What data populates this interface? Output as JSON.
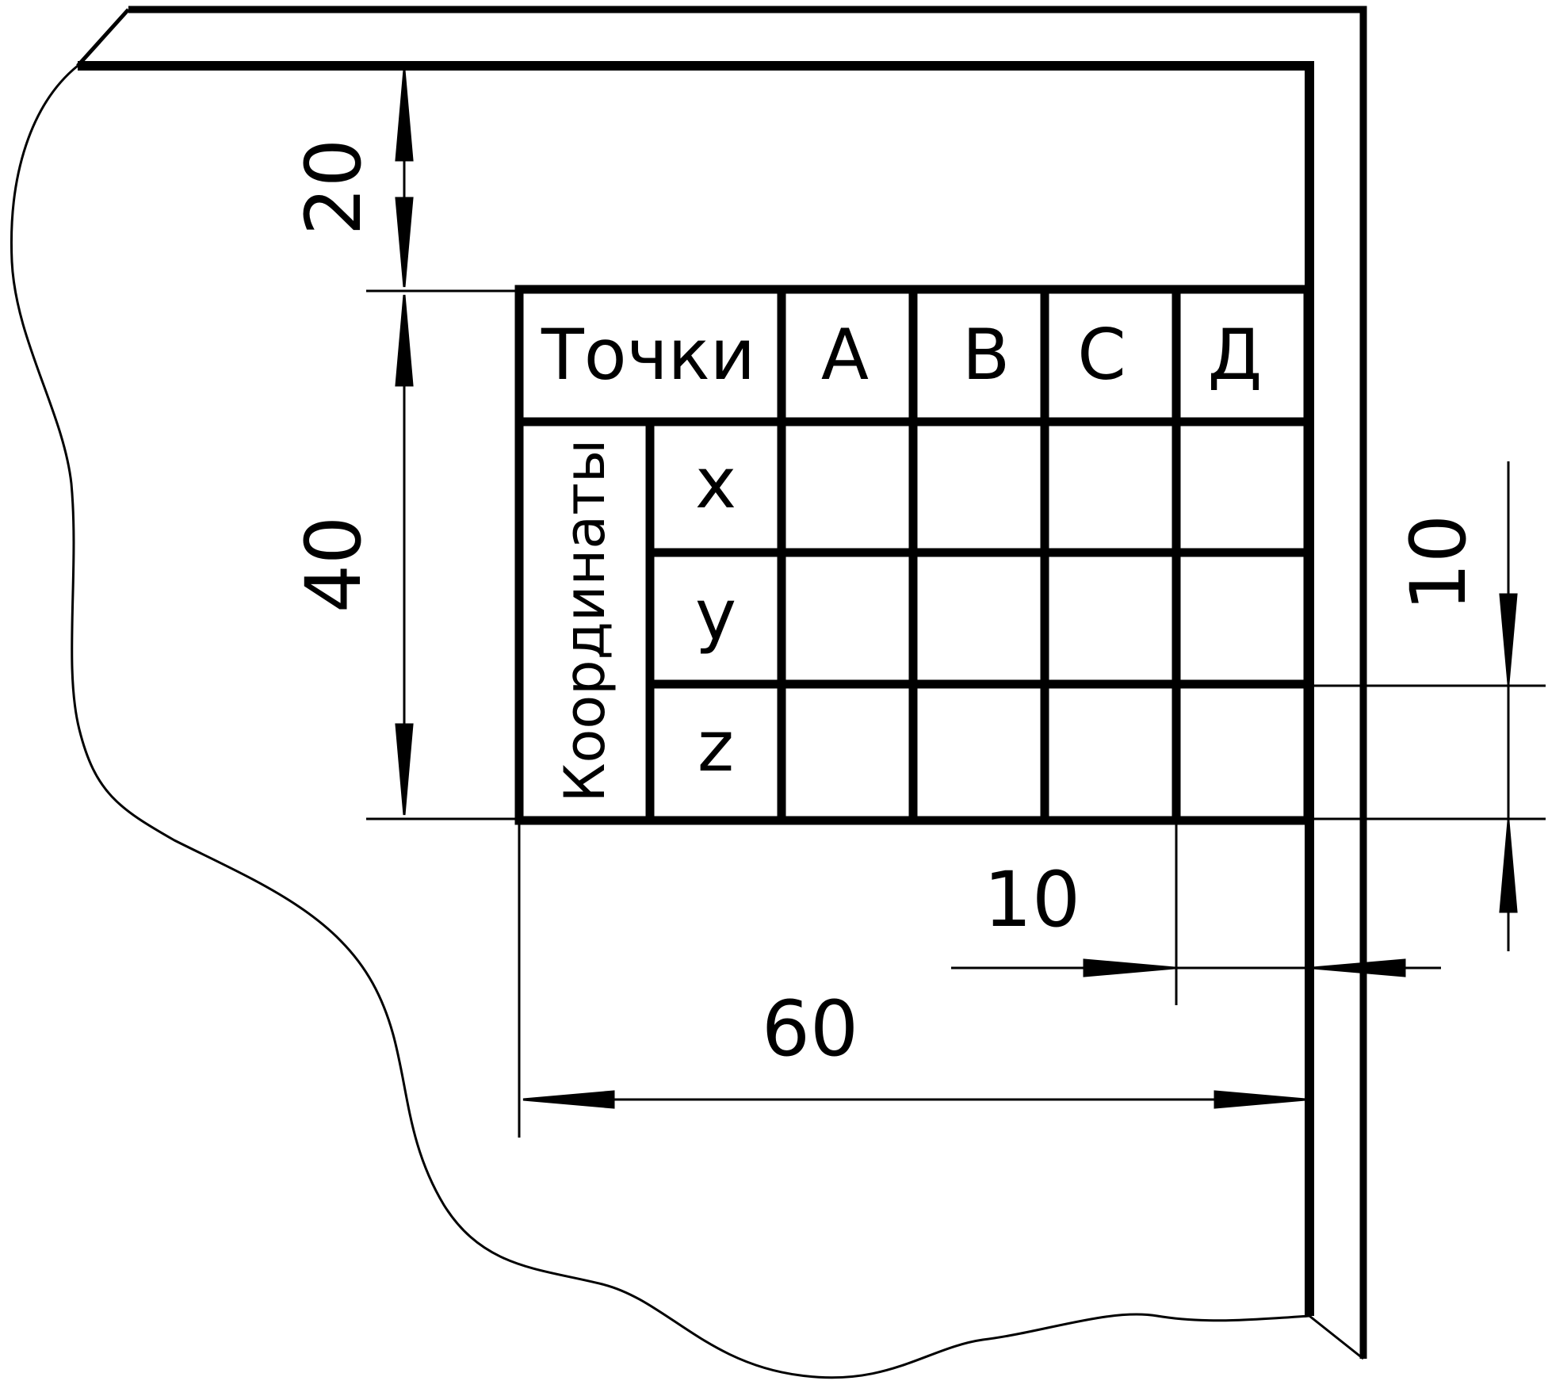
{
  "colors": {
    "ink": "#000000",
    "paper": "#ffffff"
  },
  "table": {
    "header": {
      "points_label": "Точки",
      "columns": [
        "А",
        "В",
        "С",
        "Д"
      ]
    },
    "coordinates_label": "Координаты",
    "rows": [
      "x",
      "y",
      "z"
    ]
  },
  "dimensions": {
    "top_offset": "20",
    "table_height": "40",
    "row_height": "10",
    "column_width": "10",
    "table_width": "60"
  }
}
